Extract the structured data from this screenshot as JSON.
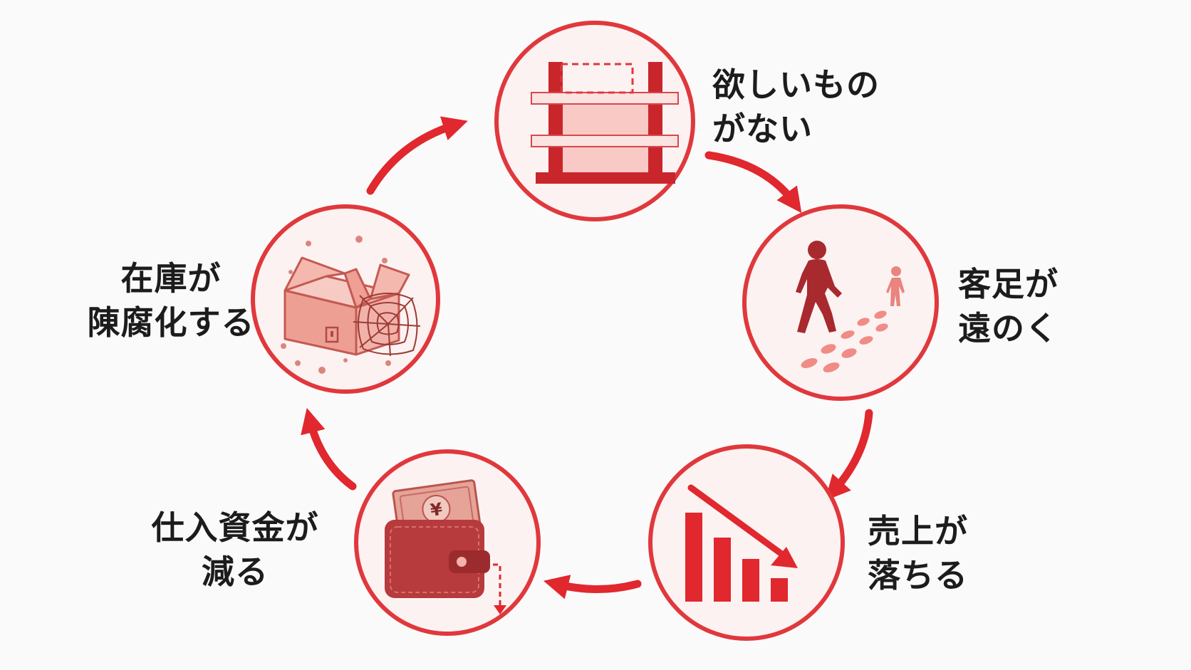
{
  "colors": {
    "accent": "#e0282e",
    "ring": "#e0383c",
    "circle_fill": "#fdf2f2",
    "text": "#1c1c1c"
  },
  "steps": [
    {
      "line1": "欲しいもの",
      "line2": "がない",
      "icon": "empty-shelf-icon"
    },
    {
      "line1": "客足が",
      "line2": "遠のく",
      "icon": "walking-customer-icon"
    },
    {
      "line1": "売上が",
      "line2": "落ちる",
      "icon": "declining-bar-chart-icon"
    },
    {
      "line1": "仕入資金が",
      "line2": "減る",
      "icon": "wallet-icon"
    },
    {
      "line1": "在庫が",
      "line2": "陳腐化する",
      "icon": "cobweb-box-icon"
    }
  ],
  "currency_symbol": "¥"
}
